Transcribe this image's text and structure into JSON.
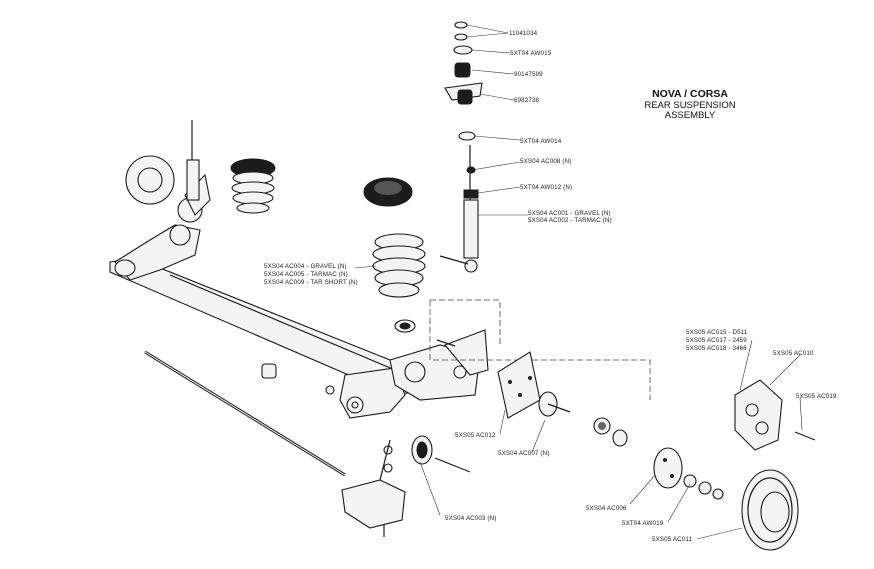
{
  "title": {
    "main": "NOVA / CORSA",
    "sub1": "REAR SUSPENSION",
    "sub2": "ASSEMBLY"
  },
  "part_labels": {
    "p1": "11041034",
    "p2": "5XT04 AW015",
    "p3": "90147599",
    "p4": "6982738",
    "p5": "5XT04 AW014",
    "p6": "5XS04 AC008 (N)",
    "p7": "5XT04 AW012 (N)",
    "p8a": "5XS04 AC001 - GRAVEL (N)",
    "p8b": "5XS04 AC002 - TARMAC (N)",
    "p9a": "5XS04 AC004 - GRAVEL (N)",
    "p9b": "5XS04 AC005 - TARMAC (N)",
    "p9c": "5XS04 AC009 - TAR SHORT (N)",
    "p10a": "5XS05 AC015 - D511",
    "p10b": "5XS05 AC017 - 2459",
    "p10c": "5XS05 AC018 - 3466",
    "p11": "5XS05 AC010",
    "p12": "5XS05 AC019",
    "p13": "5XS05 AC012",
    "p14": "5XS04 AC007 (N)",
    "p15": "5XS04 AC003 (N)",
    "p16": "5XS04 AC006",
    "p17": "5XT04 AW019",
    "p18": "5XS05 AC011"
  }
}
